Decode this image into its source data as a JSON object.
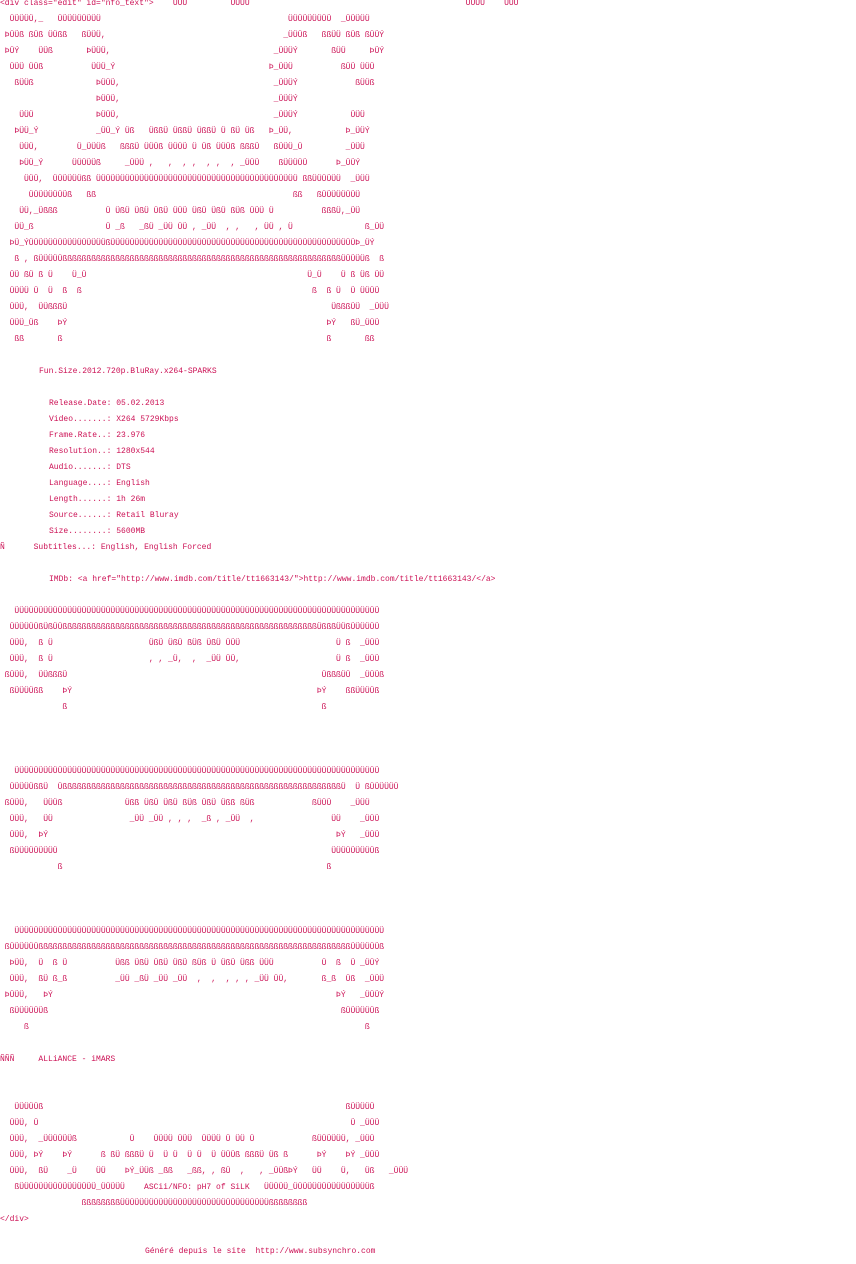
{
  "open_tag": "<div class=\"edit\" id=\"nfo_text\">",
  "header_art": "    ÜÜÜ         ÜÜÜÜ                                             ÜÜÜÜ    ÜÜÜ",
  "art_top": [
    "  ÜÜÜÜÜ,_   ÜÜÜÜÜÜÜÜÜ                                       ÜÜÜÜÜÜÜÜÜ  _ÜÜÜÜÜ",
    " ÞÜÜß ßÜß ÜÜßß   ßÜÜÜ,                                     _ÜÜÜß   ßßÜÜ ßÜß ßÜÜÝ",
    " ÞÜÝ    ÜÜß       ÞÜÜÜ,                                  _ÜÜÜÝ       ßÜÜ     ÞÜÝ",
    "  ÜÜÜ ÜÜß          ÜÜÜ_Ý                                Þ_ÜÜÜ          ßÜÜ ÜÜÜ",
    "   ßÜÜß             ÞÜÜÜ,                                _ÜÜÜÝ            ßÜÜß",
    "                    ÞÜÜÜ,                                _ÜÜÜÝ",
    "    ÜÜÜ             ÞÜÜÜ,                                _ÜÜÜÝ           ÜÜÜ",
    "   ÞÜÜ_Ý            _ÜÜ_Ý Üß   ÜßßÜ ÜßßÜ ÜßßÜ Ü ßÜ Üß   Þ_ÜÜ,           Þ_ÜÜÝ",
    "    ÜÜÜ,        Ü_ÜÜÜß   ßßßÜ ÜÜÜß ÜÜÜÜ Ü Üß ÜÜÜß ßßßÜ   ßÜÜÜ_Ü         _ÜÜÜ",
    "    ÞÜÜ_Ý      ÜÜÜÜÜß     _ÜÜÜ ,   ,  , ,  , ,  , _ÜÜÜ    ßÜÜÜÜÜ      Þ_ÜÜÝ",
    "     ÜÜÜ,  ÜÜÜÜÜÜßß ÜÜÜÜÜÜÜÜÜÜÜÜÜÜÜÜÜÜÜÜÜÜÜÜÜÜÜÜÜÜÜÜÜÜÜÜÜÜÜÜÜÜ ßßÜÜÜÜÜÜ  _ÜÜÜ",
    "      ÜÜÜÜÜÜÜÜß   ßß                                         ßß   ßÜÜÜÜÜÜÜÜ",
    "    ÜÜ,_Üßßß          Ü ÜßÜ ÜßÜ ÜßÜ ÜÜÜ ÜßÜ ÜßÜ ßÜß ÜÜÜ Ü          ßßßÜ,_ÜÜ",
    "   ÜÜ_ß               Ü _ß   _ßÜ _ÜÜ ÜÜ , _ÜÜ  , ,   , ÜÜ , Ü               ß_ÜÜ",
    "  ÞÜ_ÝÜÜÜÜÜÜÜÜÜÜÜÜÜÜÜÜßÜÜÜÜÜÜÜÜÜÜÜÜÜÜÜÜÜÜÜÜÜÜÜÜÜÜÜÜÜÜÜÜÜÜÜÜÜÜÜÜÜÜÜÜÜÜÜÜÜÜÜÞ_ÜÝ",
    "   ß , ßÜÜÜÜÜßßßßßßßßßßßßßßßßßßßßßßßßßßßßßßßßßßßßßßßßßßßßßßßßßßßßßßßßßßÜÜÜÜÜß  ß",
    "  ÜÜ ßÜ ß Ü    Ü_Ü                                              Ü_Ü    Ü ß Üß ÜÜ",
    "  ÜÜÜÜ Ü  Ü  ß  ß                                                ß  ß Ü  Ü ÜÜÜÜ",
    "  ÜÜÜ,  ÜÜßßßÜ                                                       ÜßßßÜÜ  _ÜÜÜ",
    "  ÜÜÜ_Üß    ÞÝ                                                      ÞÝ   ßÜ_ÜÜÜ",
    "   ßß       ß                                                       ß       ßß"
  ],
  "release_name": "Fun.Size.2012.720p.BluRay.x264-SPARKS",
  "info": [
    {
      "label": "Release.Date:",
      "value": "05.02.2013"
    },
    {
      "label": "Video.......:",
      "value": "X264 5729Kbps"
    },
    {
      "label": "Frame.Rate..:",
      "value": "23.976"
    },
    {
      "label": "Resolution..:",
      "value": "1280x544"
    },
    {
      "label": "Audio.......:",
      "value": "DTS"
    },
    {
      "label": "Language....:",
      "value": "English"
    },
    {
      "label": "Length......:",
      "value": "1h 26m"
    },
    {
      "label": "Source......:",
      "value": "Retail Bluray"
    },
    {
      "label": "Size........:",
      "value": "5600MB"
    }
  ],
  "subtitles": {
    "prefix": "Ñ",
    "label": "Subtitles...:",
    "value": "English, English Forced"
  },
  "imdb": "IMDb: <a href=\"http://www.imdb.com/title/tt1663143/\">http://www.imdb.com/title/tt1663143/</a>",
  "block2": [
    "   ÜÜÜÜÜÜÜÜÜÜÜÜÜÜÜÜÜÜÜÜÜÜÜÜÜÜÜÜÜÜÜÜÜÜÜÜÜÜÜÜÜÜÜÜÜÜÜÜÜÜÜÜÜÜÜÜÜÜÜÜÜÜÜÜÜÜÜÜÜÜÜÜÜÜÜÜ",
    "  ÜÜÜÜÜÜßÜßÜÜßßßßßßßßßßßßßßßßßßßßßßßßßßßßßßßßßßßßßßßßßßßßßßßßßßßßßÜßßßÜÜßÜÜÜÜÜÜ",
    "  ÜÜÜ,  ß Ü                    ÜßÜ ÜßÜ ßÜß ÜßÜ ÜÜÜ                    Ü ß  _ÜÜÜ",
    "  ÜÜÜ,  ß Ü                    , , _Ü,  ,  _ÜÜ ÜÜ,                    Ü ß  _ÜÜÜ",
    " ßÜÜÜ,  ÜÜßßßÜ                                                     ÜßßßÜÜ  _ÜÜÜß",
    "  ßÜÜÜÜßß    ÞÝ                                                   ÞÝ    ßßÜÜÜÜß",
    "             ß                                                     ß"
  ],
  "block3": [
    "   ÜÜÜÜÜÜÜÜÜÜÜÜÜÜÜÜÜÜÜÜÜÜÜÜÜÜÜÜÜÜÜÜÜÜÜÜÜÜÜÜÜÜÜÜÜÜÜÜÜÜÜÜÜÜÜÜÜÜÜÜÜÜÜÜÜÜÜÜÜÜÜÜÜÜÜÜ",
    "  ÜÜÜÜÜßßÜ  ÜßßßßßßßßßßßßßßßßßßßßßßßßßßßßßßßßßßßßßßßßßßßßßßßßßßßßßßßßßßÜ  Ü ßÜÜÜÜÜÜ",
    " ßÜÜÜ,   ÜÜÜß             Üßß ÜßÜ ÜßÜ ßÜß ÜßÜ Üßß ßÜß            ßÜÜÜ    _ÜÜÜ",
    "  ÜÜÜ,   ÜÜ                _ÜÜ _ÜÜ , , ,  _ß , _ÜÜ  ,                ÜÜ    _ÜÜÜ",
    "  ÜÜÜ,  ÞÝ                                                            ÞÝ   _ÜÜÜ",
    "  ßÜÜÜÜÜÜÜÜÜ                                                         ÜÜÜÜÜÜÜÜÜß",
    "            ß                                                       ß"
  ],
  "block4": [
    "   ÜÜÜÜÜÜÜÜÜÜÜÜÜÜÜÜÜÜÜÜÜÜÜÜÜÜÜÜÜÜÜÜÜÜÜÜÜÜÜÜÜÜÜÜÜÜÜÜÜÜÜÜÜÜÜÜÜÜÜÜÜÜÜÜÜÜÜÜÜÜÜÜÜÜÜÜÜ",
    " ßÜÜÜÜÜÜßßßßßßßßßßßßßßßßßßßßßßßßßßßßßßßßßßßßßßßßßßßßßßßßßßßßßßßßßßßßßßßßßÜÜÜÜÜÜß",
    "  ÞÜÜ,  Ü  ß Ü          Üßß ÜßÜ ÜßÜ ÜßÜ ßÜß Ü ÜßÜ Üßß ÜÜÜ          Ü  ß  Ü _ÜÜÝ",
    "  ÜÜÜ,  ßÜ ß_ß          _ÜÜ _ßÜ _ÜÜ _ÜÜ  ,  ,  , , , _ÜÜ ÜÜ,       ß_ß  Üß  _ÜÜÜ",
    " ÞÜÜÜ,   ÞÝ                                                           ÞÝ   _ÜÜÜÝ",
    "  ßÜÜÜÜÜÜß                                                             ßÜÜÜÜÜÜß",
    "     ß                                                                      ß"
  ],
  "group": {
    "prefix": "ÑÑÑ",
    "text": "ALLiANCE - iMARS"
  },
  "art_bottom": [
    "   ÜÜÜÜÜß                                                               ßÜÜÜÜÜ",
    "  ÜÜÜ, Ü                                                                 Ü _ÜÜÜ",
    "  ÜÜÜ,  _ÜÜÜÜÜÜß           Ü    ÜÜÜÜ ÜÜÜ  ÜÜÜÜ Ü ÜÜ Ü            ßÜÜÜÜÜÜ, _ÜÜÜ",
    "  ÜÜÜ, ÞÝ    ÞÝ      ß ßÜ ßßßÜ Ü  Ü Ü  Ü Ü  Ü ÜÜÜß ßßßÜ Üß ß      ÞÝ    ÞÝ _ÜÜÜ",
    "  ÜÜÜ,  ßÜ    _Ü    ÜÜ    ÞÝ_ÜÜß _ßß   _ßß, , ßÜ  ,   , _ÜÜßÞÝ   ÜÜ    Ü,   Üß   _ÜÜÜ",
    "   ßÜÜÜÜÜÜÜÜÜÜÜÜÜÜÜÜ_ÜÜÜÜÜ    ASCii/NFO: pH7 of SiLK   ÜÜÜÜÜ_ÜÜÜÜÜÜÜÜÜÜÜÜÜÜÜÜß",
    "                 ßßßßßßßßÜÜÜÜÜÜÜÜÜÜÜÜÜÜÜÜÜÜÜÜÜÜÜÜÜÜÜÜÜÜÜßßßßßßßß"
  ],
  "close_tag": "</div>",
  "footer": {
    "label": "Généré depuis le site",
    "url": "http://www.subsynchro.com"
  }
}
